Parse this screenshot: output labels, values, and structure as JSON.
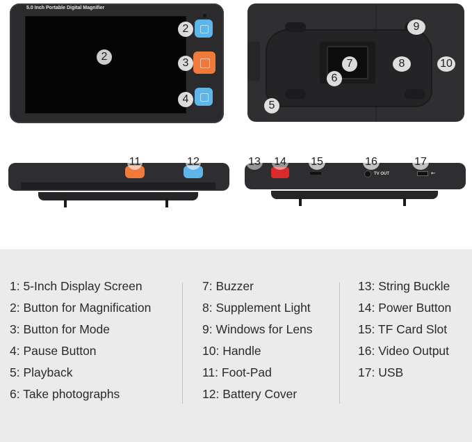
{
  "device": {
    "title": "5.0 Inch Portable Digital Magnifier",
    "tv_out_label": "TV OUT",
    "usb_symbol": "⭠",
    "colors": {
      "blue_button": "#5db5ea",
      "orange_button": "#f07a3c",
      "body": "#2b2b2d"
    }
  },
  "callouts": [
    "2",
    "2",
    "3",
    "4",
    "5",
    "6",
    "7",
    "8",
    "9",
    "10",
    "11",
    "12",
    "13",
    "14",
    "15",
    "16",
    "17"
  ],
  "legend": {
    "column1": [
      "1: 5-Inch Display Screen",
      "2: Button for Magnification",
      "3: Button for Mode",
      "4: Pause Button",
      "5: Playback",
      "6: Take photographs"
    ],
    "column2": [
      "7: Buzzer",
      "8: Supplement Light",
      "9: Windows for Lens",
      "10: Handle",
      "11: Foot-Pad",
      "12: Battery Cover"
    ],
    "column3": [
      "13: String Buckle",
      "14: Power Button",
      "15: TF Card Slot",
      "16: Video Output",
      "17: USB"
    ]
  }
}
